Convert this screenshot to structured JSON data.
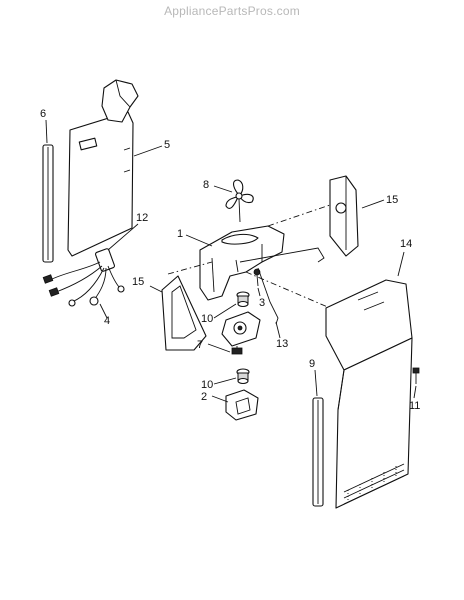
{
  "watermark": "AppliancePartsPros.com",
  "callouts": [
    "1",
    "2",
    "3",
    "4",
    "5",
    "6",
    "7",
    "8",
    "9",
    "10",
    "10",
    "11",
    "12",
    "13",
    "14",
    "15",
    "15"
  ],
  "icons": {
    "duct": "air-duct-icon",
    "fan_blade": "fan-blade-icon",
    "motor": "motor-icon",
    "harness": "wire-harness-icon"
  }
}
